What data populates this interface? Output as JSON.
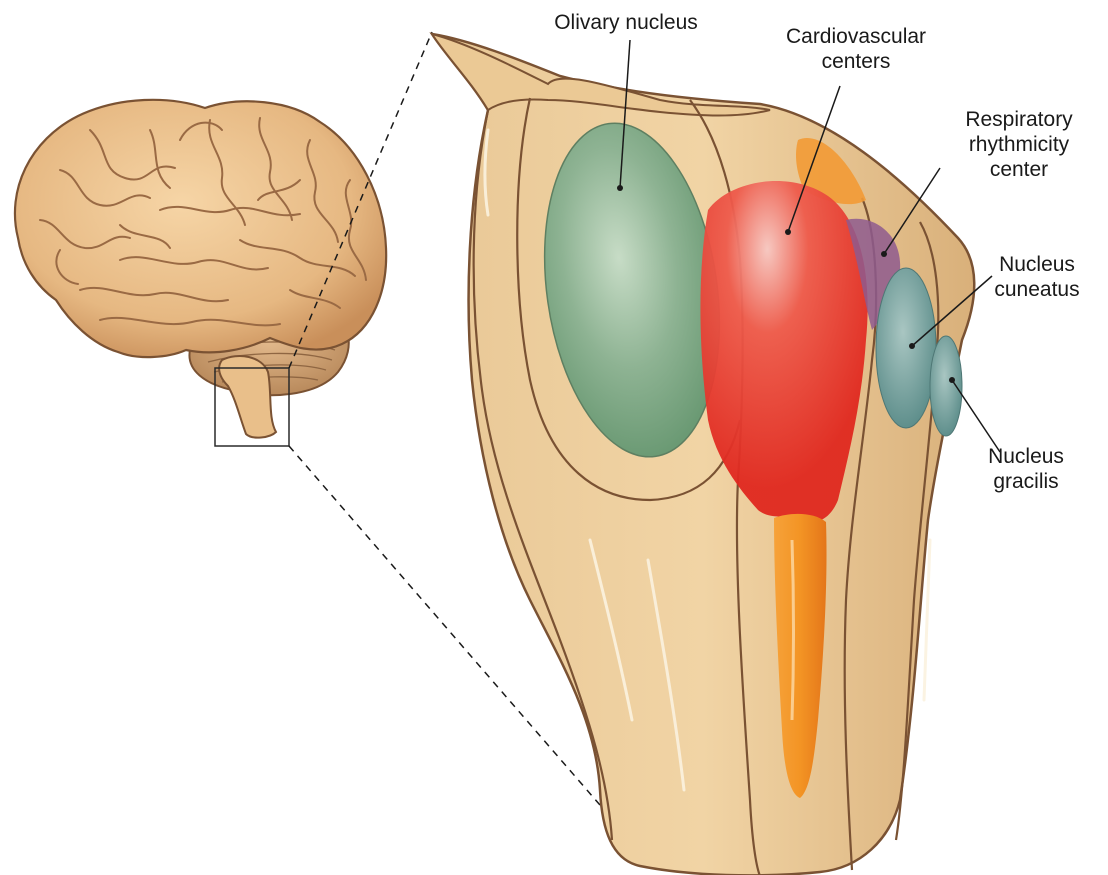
{
  "labels": {
    "olivary_nucleus": "Olivary nucleus",
    "cardiovascular_centers": [
      "Cardiovascular",
      "centers"
    ],
    "respiratory_rhythmicity_center": [
      "Respiratory",
      "rhythmicity",
      "center"
    ],
    "nucleus_cuneatus": [
      "Nucleus",
      "cuneatus"
    ],
    "nucleus_gracilis": [
      "Nucleus",
      "gracilis"
    ]
  },
  "colors": {
    "brain_tissue": "#e9bf8a",
    "medulla_tissue": "#e3c18f",
    "tissue_outline": "#7a5233",
    "olivary_nucleus": "#7fa784",
    "cardiovascular_centers": "#e8352b",
    "cardiovascular_tract": "#f28b1e",
    "respiratory_rhythmicity_center": "#8e5b8e",
    "nucleus_cuneatus": "#6c9b98",
    "nucleus_gracilis": "#6c9b98",
    "leader_lines": "#1a1a1a"
  },
  "icons": {
    "brain": "whole-brain-lateral-view-illustration",
    "inset": "brainstem-inset-box",
    "medulla": "medulla-oblongata-enlarged-illustration"
  }
}
